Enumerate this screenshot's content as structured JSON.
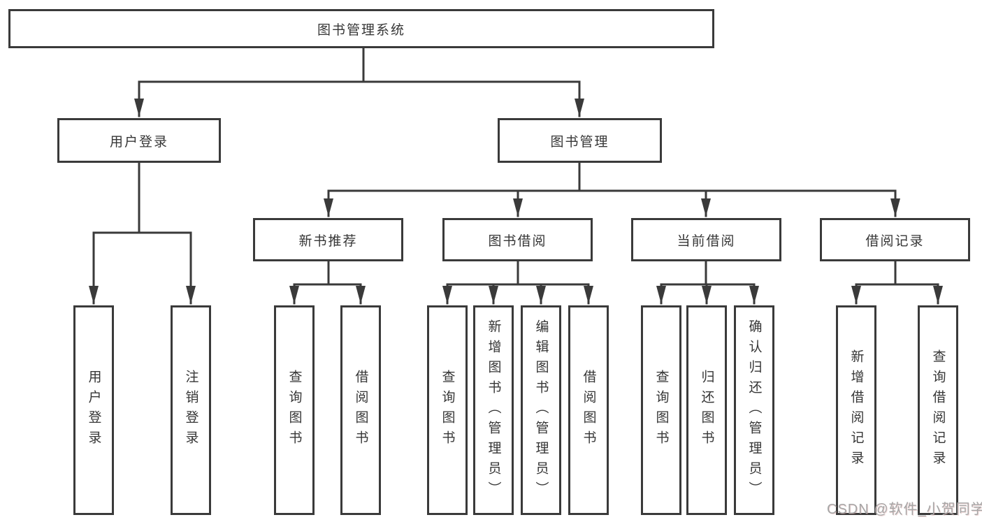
{
  "diagram": {
    "root": "图书管理系统",
    "level2": [
      "用户登录",
      "图书管理"
    ],
    "level3": [
      "新书推荐",
      "图书借阅",
      "当前借阅",
      "借阅记录"
    ],
    "leaves": {
      "user_login": [
        "用户登录",
        "注销登录"
      ],
      "new_book": [
        "查询图书",
        "借阅图书"
      ],
      "book_borrow": [
        "查询图书",
        "新增图书（管理员）",
        "编辑图书（管理员）",
        "借阅图书"
      ],
      "current_borrow": [
        "查询图书",
        "归还图书",
        "确认归还（管理员）"
      ],
      "borrow_records": [
        "新增借阅记录",
        "查询借阅记录"
      ]
    }
  },
  "watermark": "CSDN @软件_小贺同学",
  "colors": {
    "line": "#3a3a3a",
    "text": "#363636",
    "watermark": "#a6a6a6",
    "background": "#ffffff"
  }
}
